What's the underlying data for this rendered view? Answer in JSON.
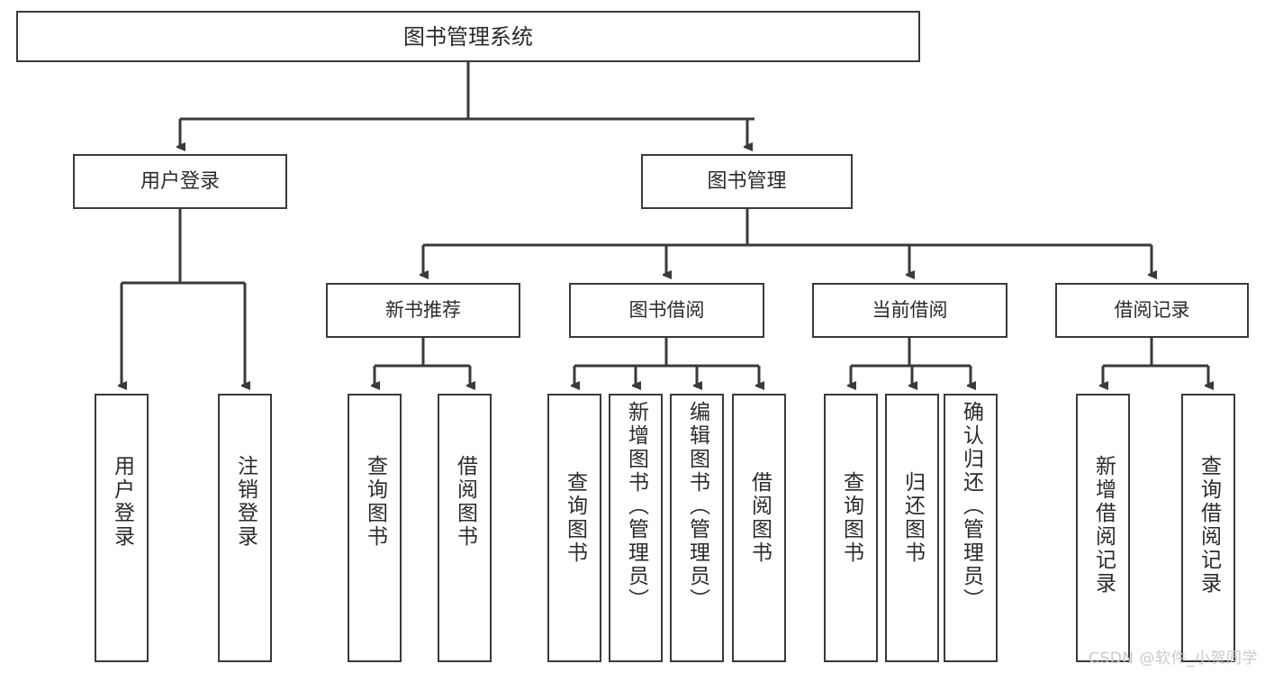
{
  "diagram": {
    "type": "tree-hierarchy",
    "title": "图书管理系统",
    "root": {
      "label": "图书管理系统"
    },
    "level1": [
      {
        "label": "用户登录"
      },
      {
        "label": "图书管理"
      }
    ],
    "level2": [
      {
        "label": "新书推荐"
      },
      {
        "label": "图书借阅"
      },
      {
        "label": "当前借阅"
      },
      {
        "label": "借阅记录"
      }
    ],
    "leaves": {
      "user_login": [
        {
          "label": "用户登录"
        },
        {
          "label": "注销登录"
        }
      ],
      "new_book_recommend": [
        {
          "label": "查询图书"
        },
        {
          "label": "借阅图书"
        }
      ],
      "book_borrow": [
        {
          "label": "查询图书"
        },
        {
          "label": "新增图书（管理员）"
        },
        {
          "label": "编辑图书（管理员）"
        },
        {
          "label": "借阅图书"
        }
      ],
      "current_borrow": [
        {
          "label": "查询图书"
        },
        {
          "label": "归还图书"
        },
        {
          "label": "确认归还（管理员）"
        }
      ],
      "borrow_history": [
        {
          "label": "新增借阅记录"
        },
        {
          "label": "查询借阅记录"
        }
      ]
    }
  },
  "watermark": {
    "text": "CSDN @软件_小贺同学"
  },
  "colors": {
    "stroke": "#3a3a3a",
    "text": "#2b2b2b",
    "background": "#ffffff",
    "watermark": "#c9c9c9"
  }
}
